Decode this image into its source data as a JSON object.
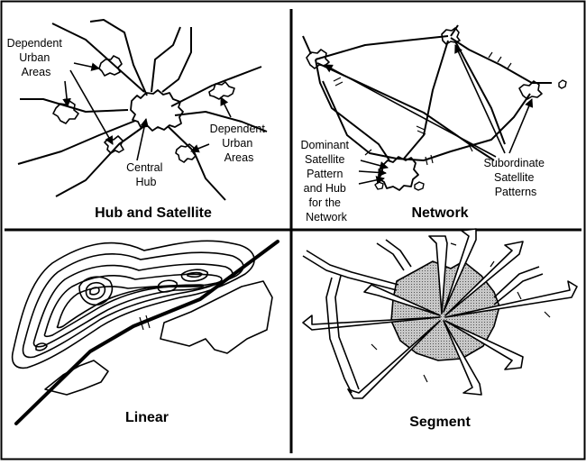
{
  "panels": {
    "hub_and_satellite": {
      "title": "Hub and Satellite",
      "dependent_label_left": [
        "Dependent",
        "Urban",
        "Areas"
      ],
      "dependent_label_right": [
        "Dependent",
        "Urban",
        "Areas"
      ],
      "central_label": [
        "Central",
        "Hub"
      ]
    },
    "network": {
      "title": "Network",
      "dominant_label": [
        "Dominant",
        "Satellite",
        "Pattern",
        "and Hub",
        "for the",
        "Network"
      ],
      "subordinate_label": [
        "Subordinate",
        "Satellite",
        "Patterns"
      ]
    },
    "linear": {
      "title": "Linear"
    },
    "segment": {
      "title": "Segment"
    }
  },
  "colors": {
    "ink": "#000000",
    "background": "#ffffff",
    "segment_fill": "#b9b9b9"
  }
}
